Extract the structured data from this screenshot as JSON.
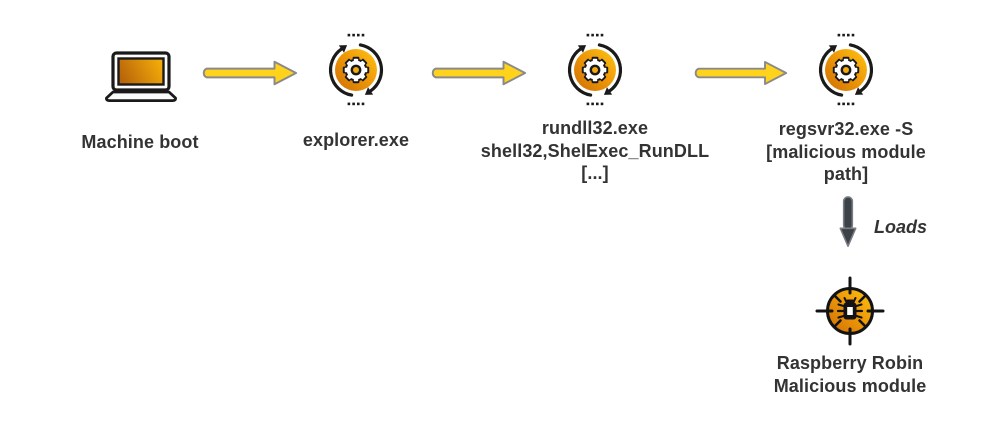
{
  "colors": {
    "background": "#ffffff",
    "text": "#333333",
    "icon_outline": "#1a1a1a",
    "icon_gradient_dark_orange": "#cf6e05",
    "icon_gradient_gold": "#fec613",
    "flow_arrow_fill": "#ffd31c",
    "flow_arrow_stroke": "#8a8a8a",
    "loads_arrow_fill": "#3c4247"
  },
  "nodes": [
    {
      "id": "machine-boot",
      "icon": "laptop-icon",
      "lines": [
        "Machine boot"
      ]
    },
    {
      "id": "explorer",
      "icon": "process-sync-gear-icon",
      "lines": [
        "explorer.exe"
      ]
    },
    {
      "id": "rundll32",
      "icon": "process-sync-gear-icon",
      "lines": [
        "rundll32.exe",
        "shell32,ShelExec_RunDLL",
        "[...]"
      ]
    },
    {
      "id": "regsvr32",
      "icon": "process-sync-gear-icon",
      "lines": [
        "regsvr32.exe -S",
        "[malicious module",
        "path]"
      ]
    },
    {
      "id": "raspberry-robin",
      "icon": "malware-target-bug-icon",
      "lines": [
        "Raspberry Robin",
        "Malicious module"
      ]
    }
  ],
  "edges": [
    {
      "from": "machine-boot",
      "to": "explorer",
      "direction": "right",
      "label": ""
    },
    {
      "from": "explorer",
      "to": "rundll32",
      "direction": "right",
      "label": ""
    },
    {
      "from": "rundll32",
      "to": "regsvr32",
      "direction": "right",
      "label": ""
    },
    {
      "from": "regsvr32",
      "to": "raspberry-robin",
      "direction": "down",
      "label": "Loads"
    }
  ]
}
